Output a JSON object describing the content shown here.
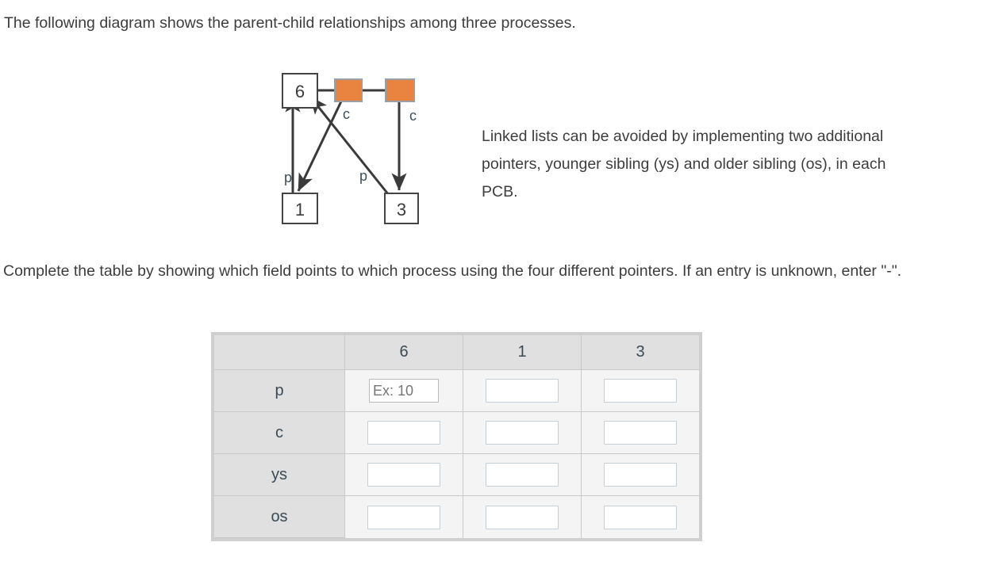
{
  "intro": {
    "text": "The following diagram shows the parent-child relationships among three processes."
  },
  "sibling_note": {
    "text": "Linked lists can be avoided by implementing two additional pointers, younger sibling (ys) and older sibling (os), in each PCB."
  },
  "instruction": {
    "text": "Complete the table by showing which field points to which process using the four different pointers. If an entry is unknown, enter \"-\"."
  },
  "diagram": {
    "colors": {
      "orange_fill": "#e8843f",
      "orange_stroke": "#9aa0a6",
      "box_stroke": "#444444",
      "arrow": "#3a3a3a",
      "label": "#3d4f5c",
      "box_text": "#3c3c3c"
    },
    "process_boxes": [
      {
        "id": "process-6",
        "label": "6"
      },
      {
        "id": "process-1",
        "label": "1"
      },
      {
        "id": "process-3",
        "label": "3"
      }
    ],
    "pointer_blocks": [
      {
        "id": "pointer-block-left"
      },
      {
        "id": "pointer-block-right"
      }
    ],
    "edge_labels": [
      {
        "id": "edge-label-c-left",
        "text": "c"
      },
      {
        "id": "edge-label-c-right",
        "text": "c"
      },
      {
        "id": "edge-label-p-left",
        "text": "p"
      },
      {
        "id": "edge-label-p-middle",
        "text": "p"
      }
    ]
  },
  "table": {
    "corner_label": "",
    "column_headers": [
      "6",
      "1",
      "3"
    ],
    "row_headers": [
      "p",
      "c",
      "ys",
      "os"
    ],
    "cells": [
      [
        {
          "value": "",
          "placeholder": "Ex: 10"
        },
        {
          "value": "",
          "placeholder": ""
        },
        {
          "value": "",
          "placeholder": ""
        }
      ],
      [
        {
          "value": "",
          "placeholder": ""
        },
        {
          "value": "",
          "placeholder": ""
        },
        {
          "value": "",
          "placeholder": ""
        }
      ],
      [
        {
          "value": "",
          "placeholder": ""
        },
        {
          "value": "",
          "placeholder": ""
        },
        {
          "value": "",
          "placeholder": ""
        }
      ],
      [
        {
          "value": "",
          "placeholder": ""
        },
        {
          "value": "",
          "placeholder": ""
        },
        {
          "value": "",
          "placeholder": ""
        }
      ]
    ]
  }
}
